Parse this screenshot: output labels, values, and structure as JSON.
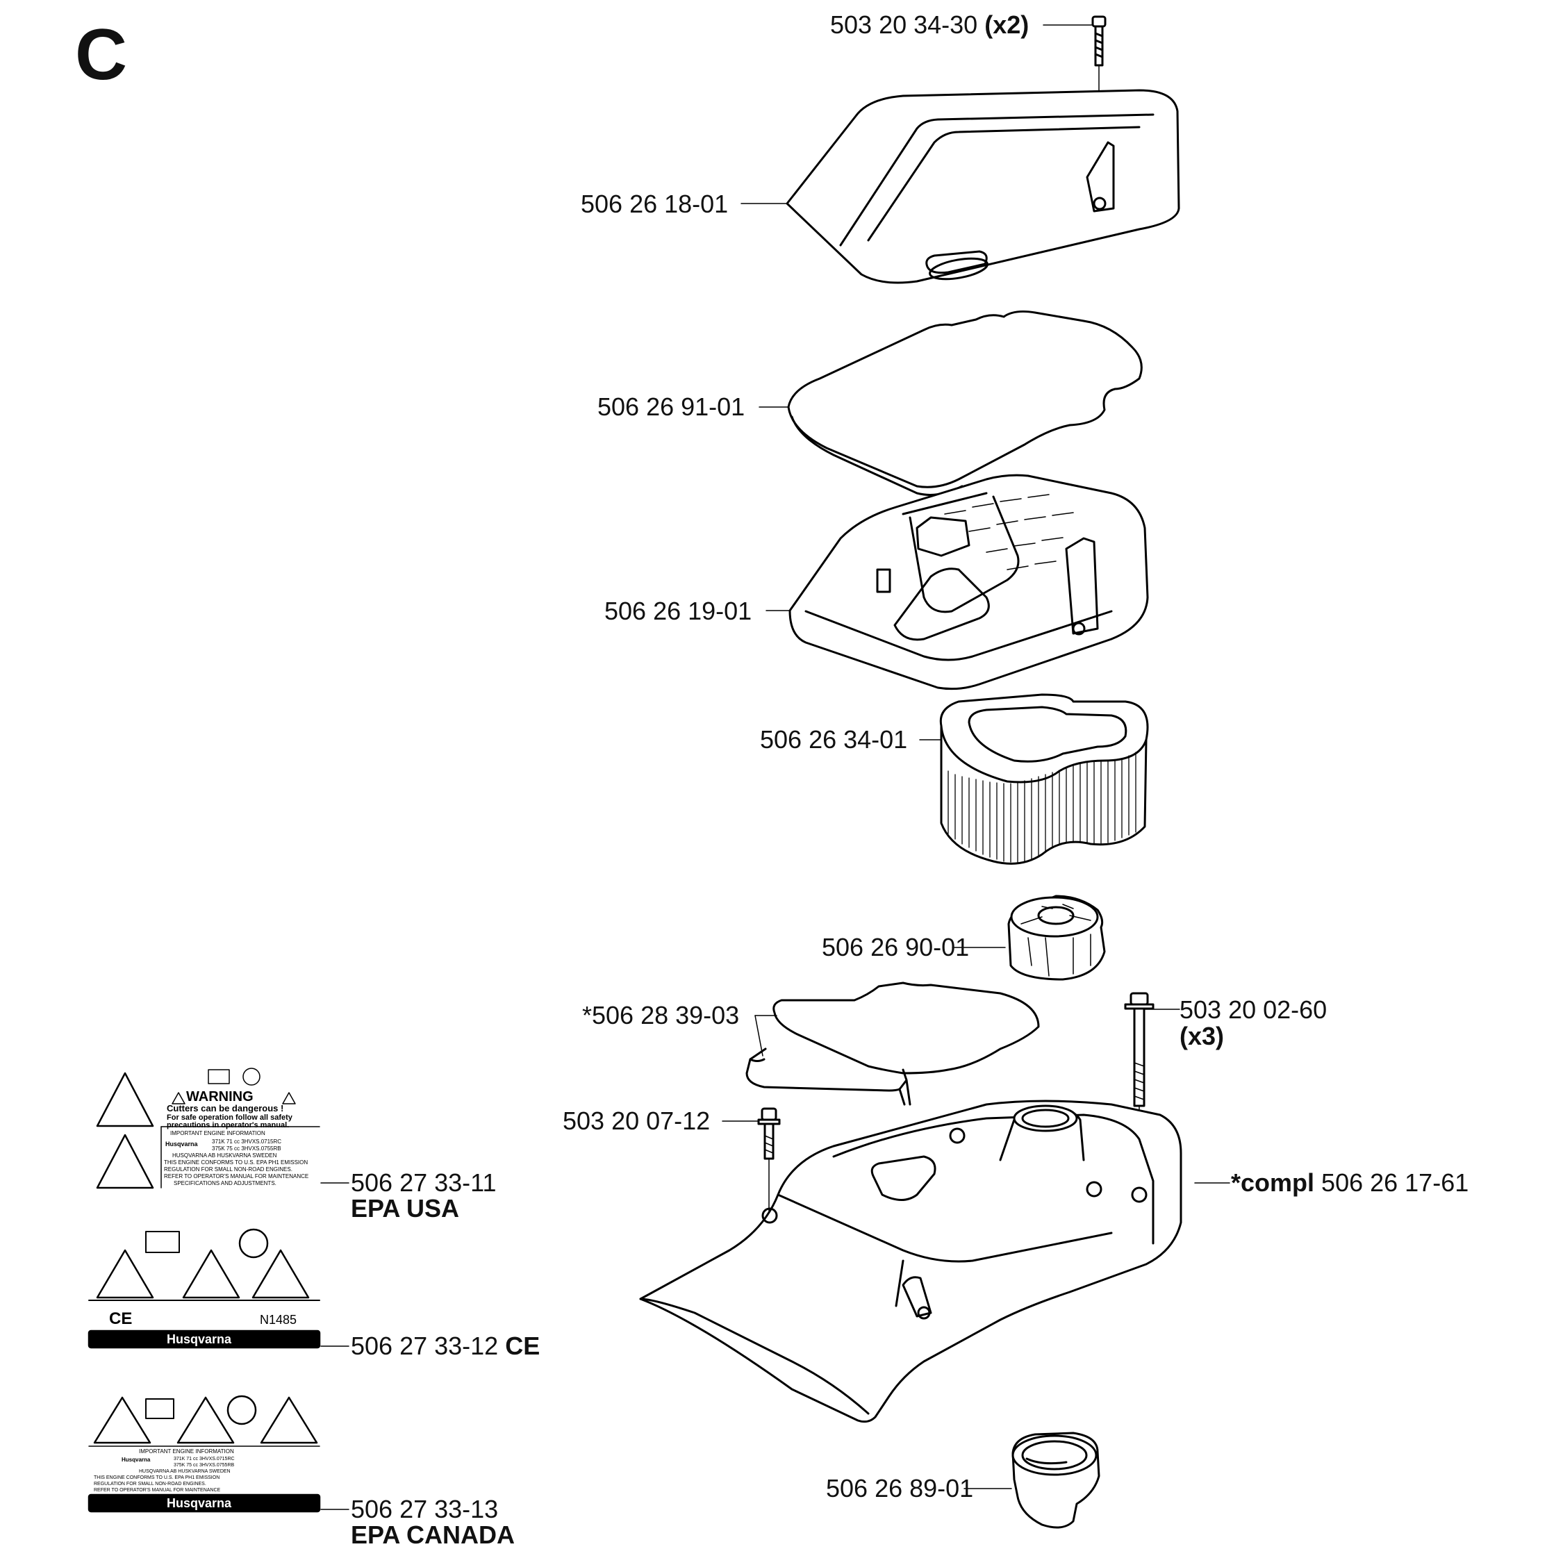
{
  "section": "C",
  "parts": {
    "screw_top": {
      "number": "503 20 34-30",
      "qty": "(x2)"
    },
    "cover": {
      "number": "506 26 18-01"
    },
    "pad": {
      "number": "506 26 91-01"
    },
    "filter_housing": {
      "number": "506 26 19-01"
    },
    "air_filter": {
      "number": "506 26 34-01"
    },
    "knob": {
      "number": "506 26 90-01"
    },
    "gasket": {
      "number": "*506 28 39-03"
    },
    "screw_right": {
      "number": "503 20 02-60",
      "qty": "(x3)"
    },
    "screw_left": {
      "number": "503 20 07-12"
    },
    "base": {
      "prefix": "*compl",
      "number": "506 26 17-61"
    },
    "grommet": {
      "number": "506 26 89-01"
    }
  },
  "decals": [
    {
      "number": "506 27 33-11",
      "suffix": "",
      "sub": "EPA USA"
    },
    {
      "number": "506 27 33-12",
      "suffix": "CE",
      "sub": ""
    },
    {
      "number": "506 27 33-13",
      "suffix": "",
      "sub": "EPA CANADA"
    }
  ],
  "decal_texts": {
    "warning_title": "WARNING",
    "warning_line1": "Cutters can be dangerous !",
    "warning_line2": "For safe operation follow all safety",
    "warning_line3": "precautions in operator's manual.",
    "engine_info_header": "IMPORTANT ENGINE INFORMATION",
    "engine_row1": "371K  71 cc  3HVXS.0715RC",
    "engine_row2": "375K  75 cc  3HVXS.0755RB",
    "maker": "HUSQVARNA AB HUSKVARNA SWEDEN",
    "conformity1": "THIS ENGINE CONFORMS TO U.S. EPA PH1 EMISSION",
    "conformity2": "REGULATION FOR SMALL NON-ROAD ENGINES.",
    "conformity3": "REFER TO OPERATOR'S MANUAL FOR MAINTENANCE",
    "conformity4": "SPECIFICATIONS AND ADJUSTMENTS.",
    "ce_mark": "CE",
    "n_mark": "N1485",
    "brand": "Husqvarna"
  }
}
